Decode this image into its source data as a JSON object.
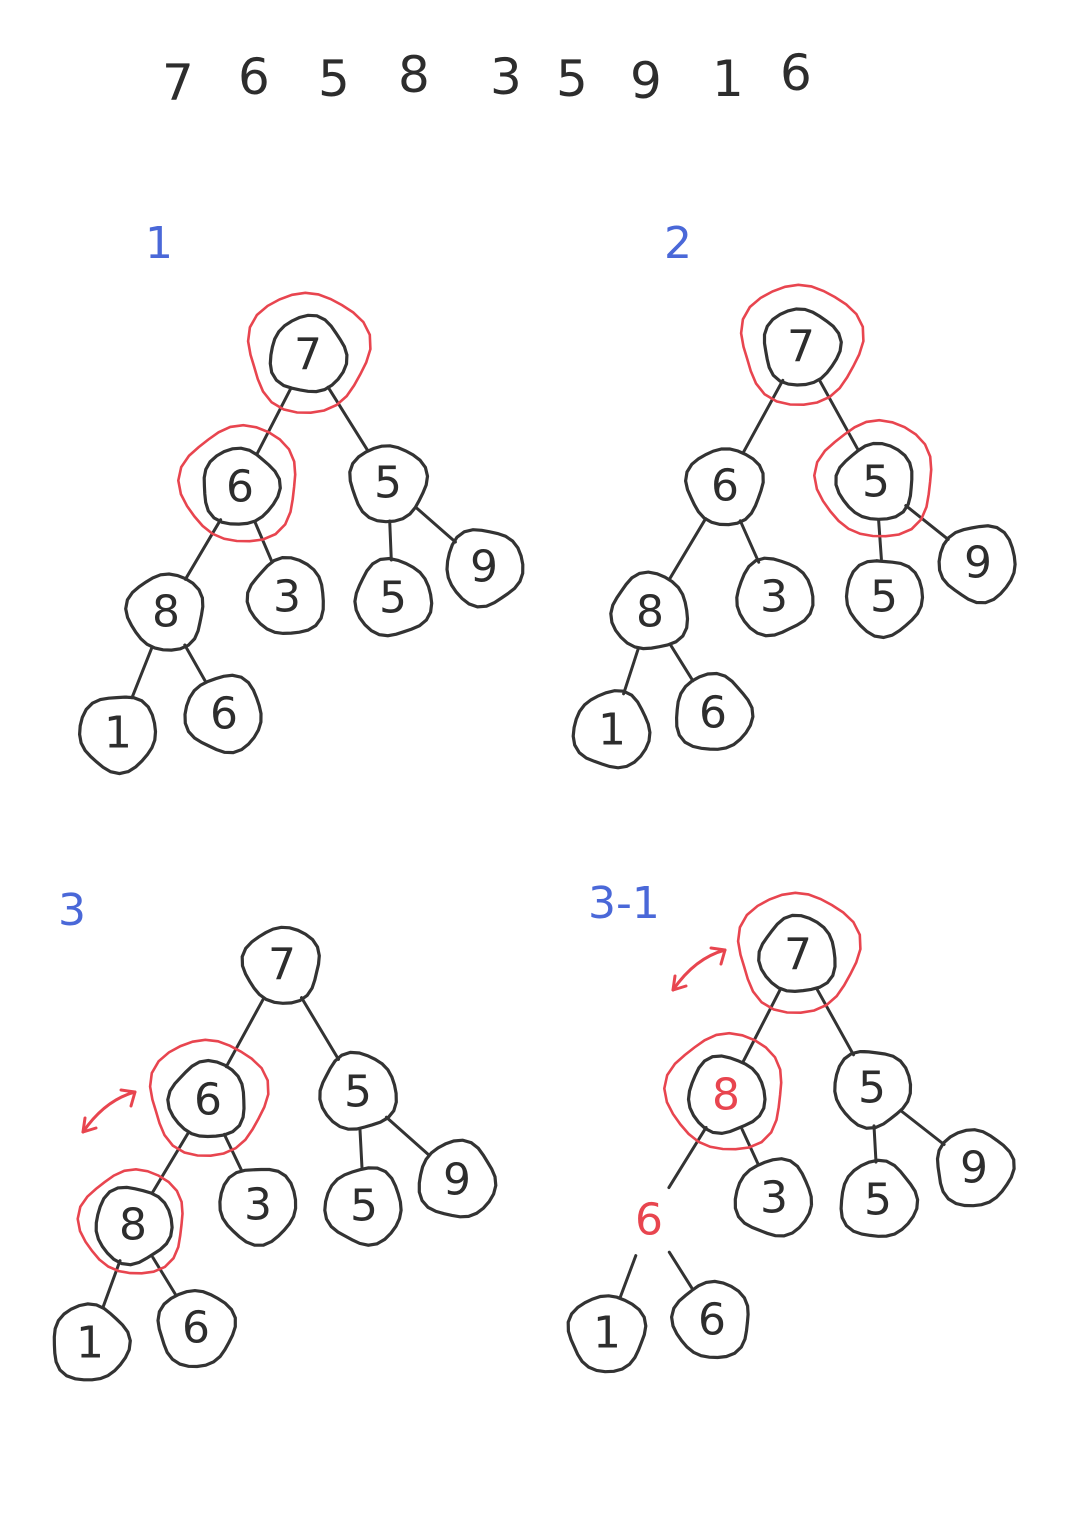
{
  "sequence": [
    "7",
    "6",
    "5",
    "8",
    "3",
    "5",
    "9",
    "1",
    "6"
  ],
  "colors": {
    "ink": "#333333",
    "highlight": "#e8454f",
    "label": "#4a68d8"
  },
  "panels": [
    {
      "label": "1",
      "nodes": [
        "7",
        "6",
        "5",
        "8",
        "3",
        "5",
        "9",
        "1",
        "6"
      ],
      "red_values": [],
      "highlight_nodes": [
        0,
        1
      ],
      "swap_arrow_node": null
    },
    {
      "label": "2",
      "nodes": [
        "7",
        "6",
        "5",
        "8",
        "3",
        "5",
        "9",
        "1",
        "6"
      ],
      "red_values": [],
      "highlight_nodes": [
        0,
        2
      ],
      "swap_arrow_node": null
    },
    {
      "label": "3",
      "nodes": [
        "7",
        "6",
        "5",
        "8",
        "3",
        "5",
        "9",
        "1",
        "6"
      ],
      "red_values": [],
      "highlight_nodes": [
        1,
        3
      ],
      "swap_arrow_node": 1
    },
    {
      "label": "3-1",
      "nodes": [
        "7",
        "8",
        "5",
        "6",
        "3",
        "5",
        "9",
        "1",
        "6"
      ],
      "red_values": [
        1,
        3
      ],
      "highlight_nodes": [
        0,
        1
      ],
      "swap_arrow_node": 0
    }
  ]
}
